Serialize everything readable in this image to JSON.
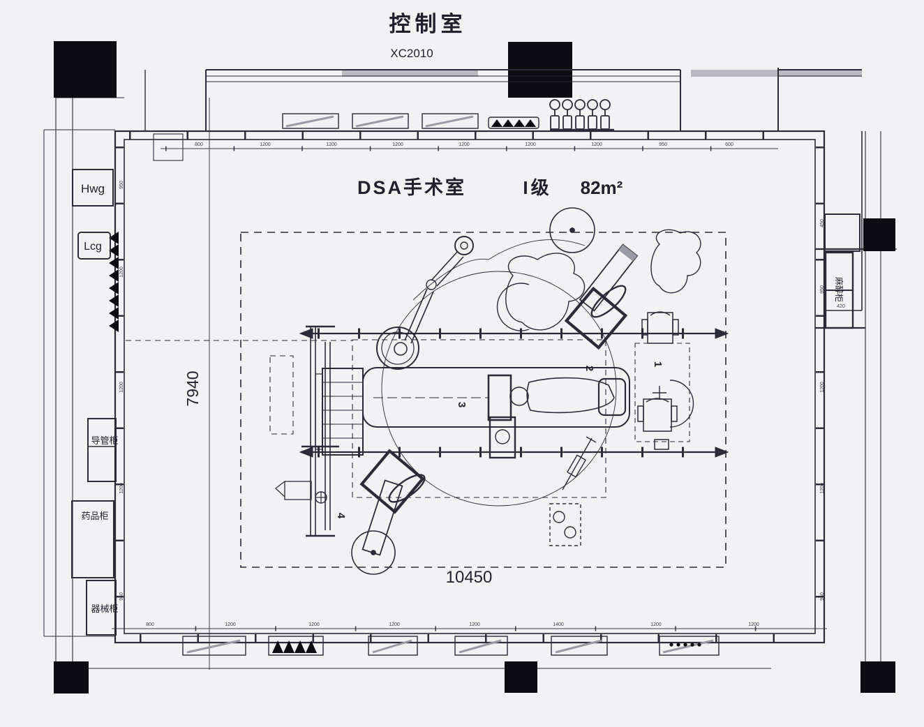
{
  "palette": {
    "background": "#f2f2f5",
    "line": "#2b2b3a",
    "gray": "#9a9aa6",
    "column_fill": "#0c0c12"
  },
  "header": {
    "title": "控制室",
    "code": "XC2010"
  },
  "room": {
    "name": "DSA手术室",
    "grade": "I级",
    "area": "82m²"
  },
  "dimensions": {
    "width_label": "10450",
    "height_label": "7940",
    "misc_tick": "420",
    "top_ticks": [
      "800",
      "1200",
      "1200",
      "1200",
      "1200",
      "1200",
      "1200",
      "950",
      "600"
    ],
    "bottom_ticks": [
      "800",
      "1200",
      "1200",
      "1200",
      "1200",
      "1400",
      "1200",
      "1200"
    ],
    "left_ticks": [
      "950",
      "1200",
      "1200",
      "1200",
      "950"
    ],
    "right_ticks": [
      "450",
      "950",
      "1200",
      "1200",
      "950"
    ]
  },
  "cabinets": {
    "left": [
      {
        "label": "Hwg"
      },
      {
        "label": "Lcg"
      },
      {
        "label": "导管柜"
      },
      {
        "label": "药品柜"
      },
      {
        "label": "器械柜"
      }
    ],
    "right": [
      {
        "label": "麻醉柜"
      }
    ]
  },
  "equipment_labels": [
    "1",
    "2",
    "3",
    "4"
  ]
}
